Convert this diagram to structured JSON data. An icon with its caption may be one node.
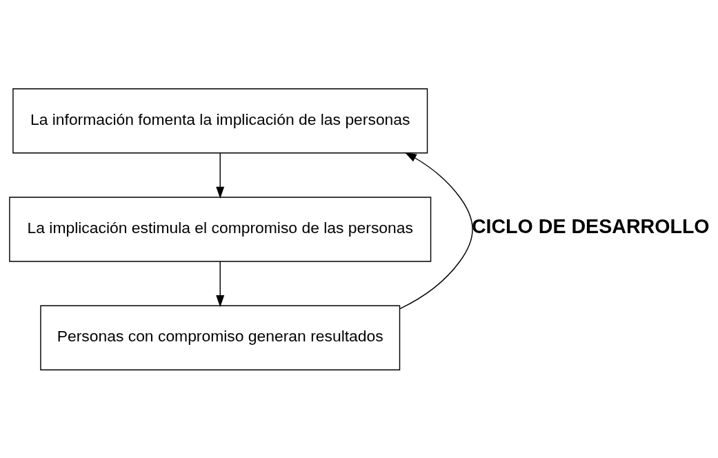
{
  "diagram": {
    "nodes": [
      {
        "text": [
          "La información fomenta la implicación de las personas"
        ]
      },
      {
        "text": [
          "La implicación estimula el compromiso de las personas"
        ]
      },
      {
        "text": [
          "Personas con compromiso generan resultados"
        ]
      }
    ],
    "edges": [
      {
        "from": 0,
        "to": 1,
        "arrow": "to"
      },
      {
        "from": 1,
        "to": 2,
        "arrow": "to"
      },
      {
        "from": 2,
        "to": 0,
        "arrow": "to",
        "label": "CICLO DE DESARROLLO"
      }
    ]
  }
}
